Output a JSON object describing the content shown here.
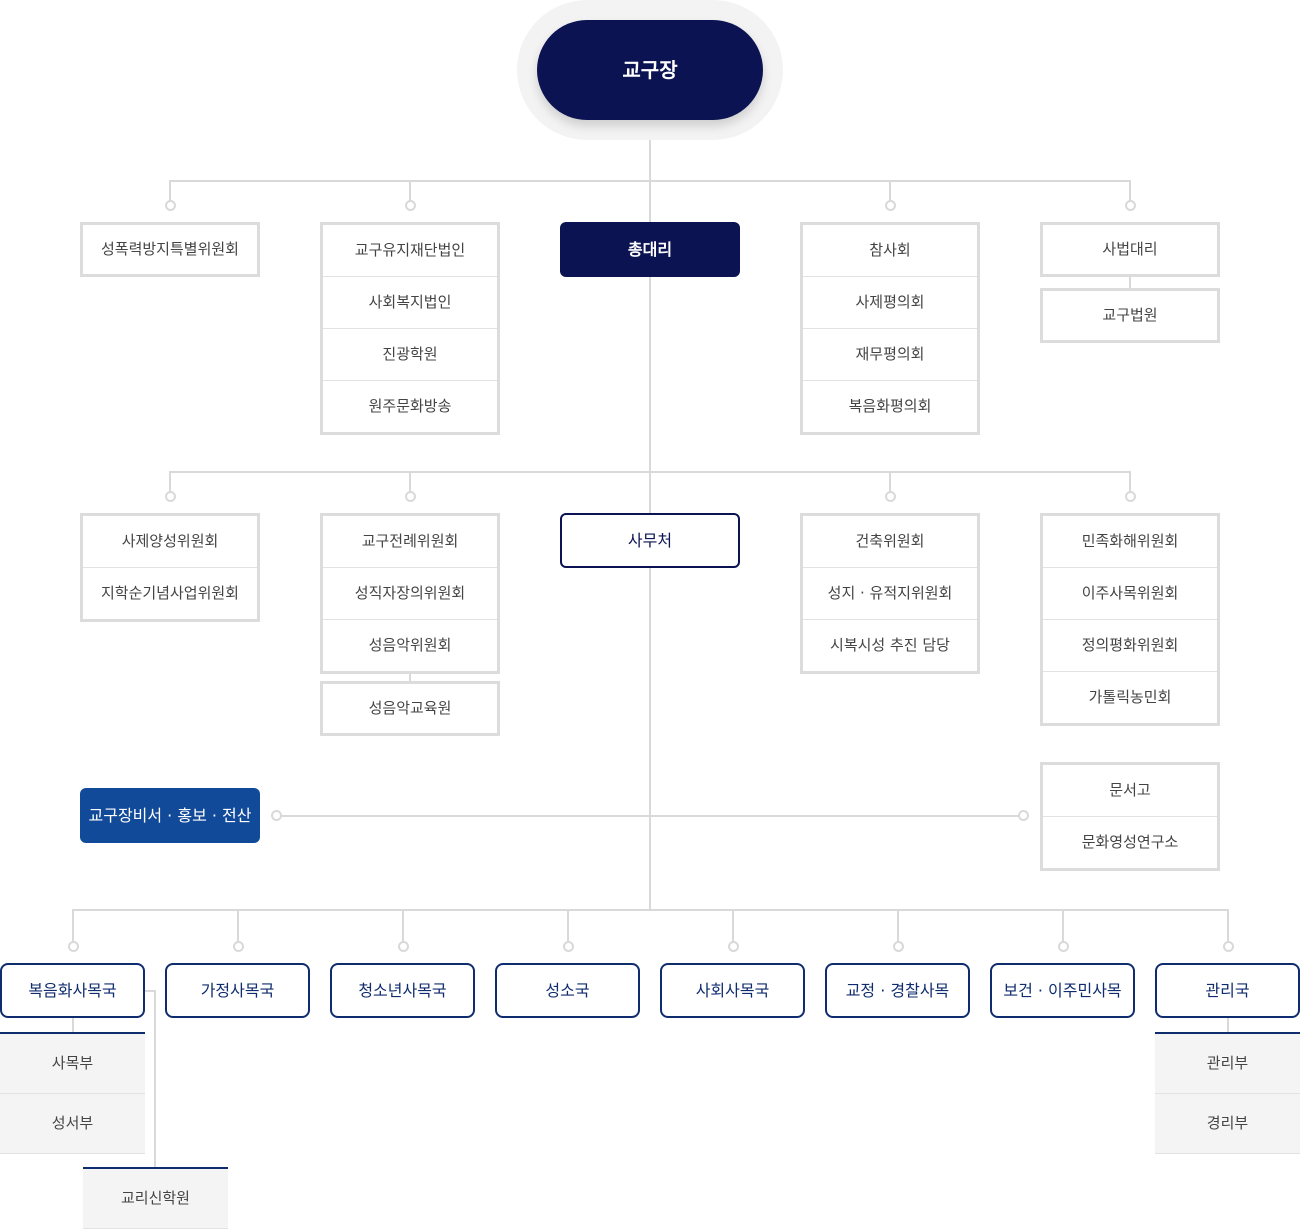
{
  "head": {
    "label": "교구장"
  },
  "top_row": {
    "sexual_violence": "성폭력방지특별위원회",
    "foundations": [
      "교구유지재단법인",
      "사회복지법인",
      "진광학원",
      "원주문화방송"
    ],
    "vicar_general": "총대리",
    "councils": [
      "참사회",
      "사제평의회",
      "재무평의회",
      "복음화평의회"
    ],
    "judicial_vicar": "사법대리",
    "tribunal": "교구법원"
  },
  "middle_row": {
    "priest_committees": [
      "사제양성위원회",
      "지학순기념사업위원회"
    ],
    "liturgy_committees": [
      "교구전례위원회",
      "성직자장의위원회",
      "성음악위원회"
    ],
    "sacred_music_school": "성음악교육원",
    "chancery": "사무처",
    "building_committees": [
      "건축위원회",
      "성지 · 유적지위원회",
      "시복시성 추진 담당"
    ],
    "social_committees": [
      "민족화해위원회",
      "이주사목위원회",
      "정의평화위원회",
      "가톨릭농민회"
    ]
  },
  "secretariat": {
    "label": "교구장비서 · 홍보 · 전산"
  },
  "archives": [
    "문서고",
    "문화영성연구소"
  ],
  "departments": [
    {
      "label": "복음화사목국"
    },
    {
      "label": "가정사목국"
    },
    {
      "label": "청소년사목국"
    },
    {
      "label": "성소국"
    },
    {
      "label": "사회사목국"
    },
    {
      "label": "교정 · 경찰사목"
    },
    {
      "label": "보건 · 이주민사목"
    },
    {
      "label": "관리국"
    }
  ],
  "evangelization_subs": [
    "사목부",
    "성서부"
  ],
  "catechism_school": "교리신학원",
  "management_subs": [
    "관리부",
    "경리부"
  ]
}
